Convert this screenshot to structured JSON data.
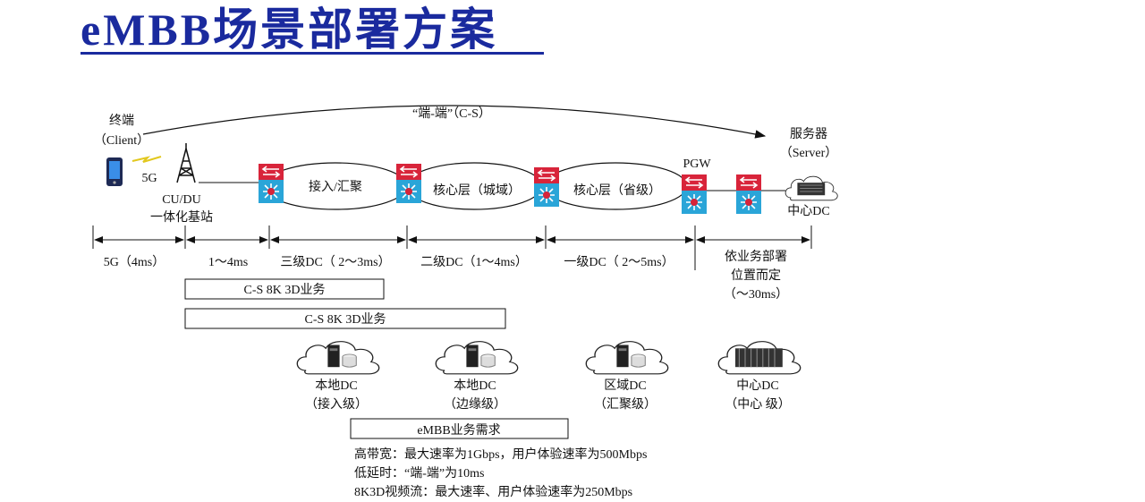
{
  "title": "eMBB场景部署方案",
  "top_arc_label": "“端-端”（C-S）",
  "client": {
    "label": "终端",
    "sublabel": "（Client）"
  },
  "server": {
    "label": "服务器",
    "sublabel": "（Server）"
  },
  "link_5g": "5G",
  "base_station": {
    "label1": "CU/DU",
    "label2": "一体化基站"
  },
  "pgw": "PGW",
  "center_dc_top": "中心DC",
  "rings": [
    {
      "label": "接入/汇聚"
    },
    {
      "label": "核心层（城域）"
    },
    {
      "label": "核心层（省级）"
    }
  ],
  "segments": [
    {
      "label": "5G（4ms）"
    },
    {
      "label": "1～4ms"
    },
    {
      "label": "三级DC（ 2～3ms）"
    },
    {
      "label": "二级DC（1～4ms）"
    },
    {
      "label": "一级DC（ 2～5ms）"
    },
    {
      "label1": "依业务部署",
      "label2": "位置而定",
      "label3": "（～30ms）"
    }
  ],
  "bars": [
    {
      "label": "C-S 8K 3D业务"
    },
    {
      "label": "C-S 8K 3D业务"
    }
  ],
  "dcs": [
    {
      "name": "本地DC",
      "level": "（接入级）",
      "icon": "server-cloud-icon"
    },
    {
      "name": "本地DC",
      "level": "（边缘级）",
      "icon": "server-cloud-icon"
    },
    {
      "name": "区域DC",
      "level": "（汇聚级）",
      "icon": "server-cloud-icon"
    },
    {
      "name": "中心DC",
      "level": "（中心 级）",
      "icon": "rack-cloud-icon"
    }
  ],
  "requirements": {
    "header": "eMBB业务需求",
    "lines": [
      "高带宽：最大速率为1Gbps，用户体验速率为500Mbps",
      "低延时：“端-端”为10ms",
      "8K3D视频流：最大速率、用户体验速率为250Mbps"
    ]
  },
  "colors": {
    "title": "#1a2a9e",
    "router_red": "#d8243a",
    "router_blue": "#2aa5d8"
  }
}
